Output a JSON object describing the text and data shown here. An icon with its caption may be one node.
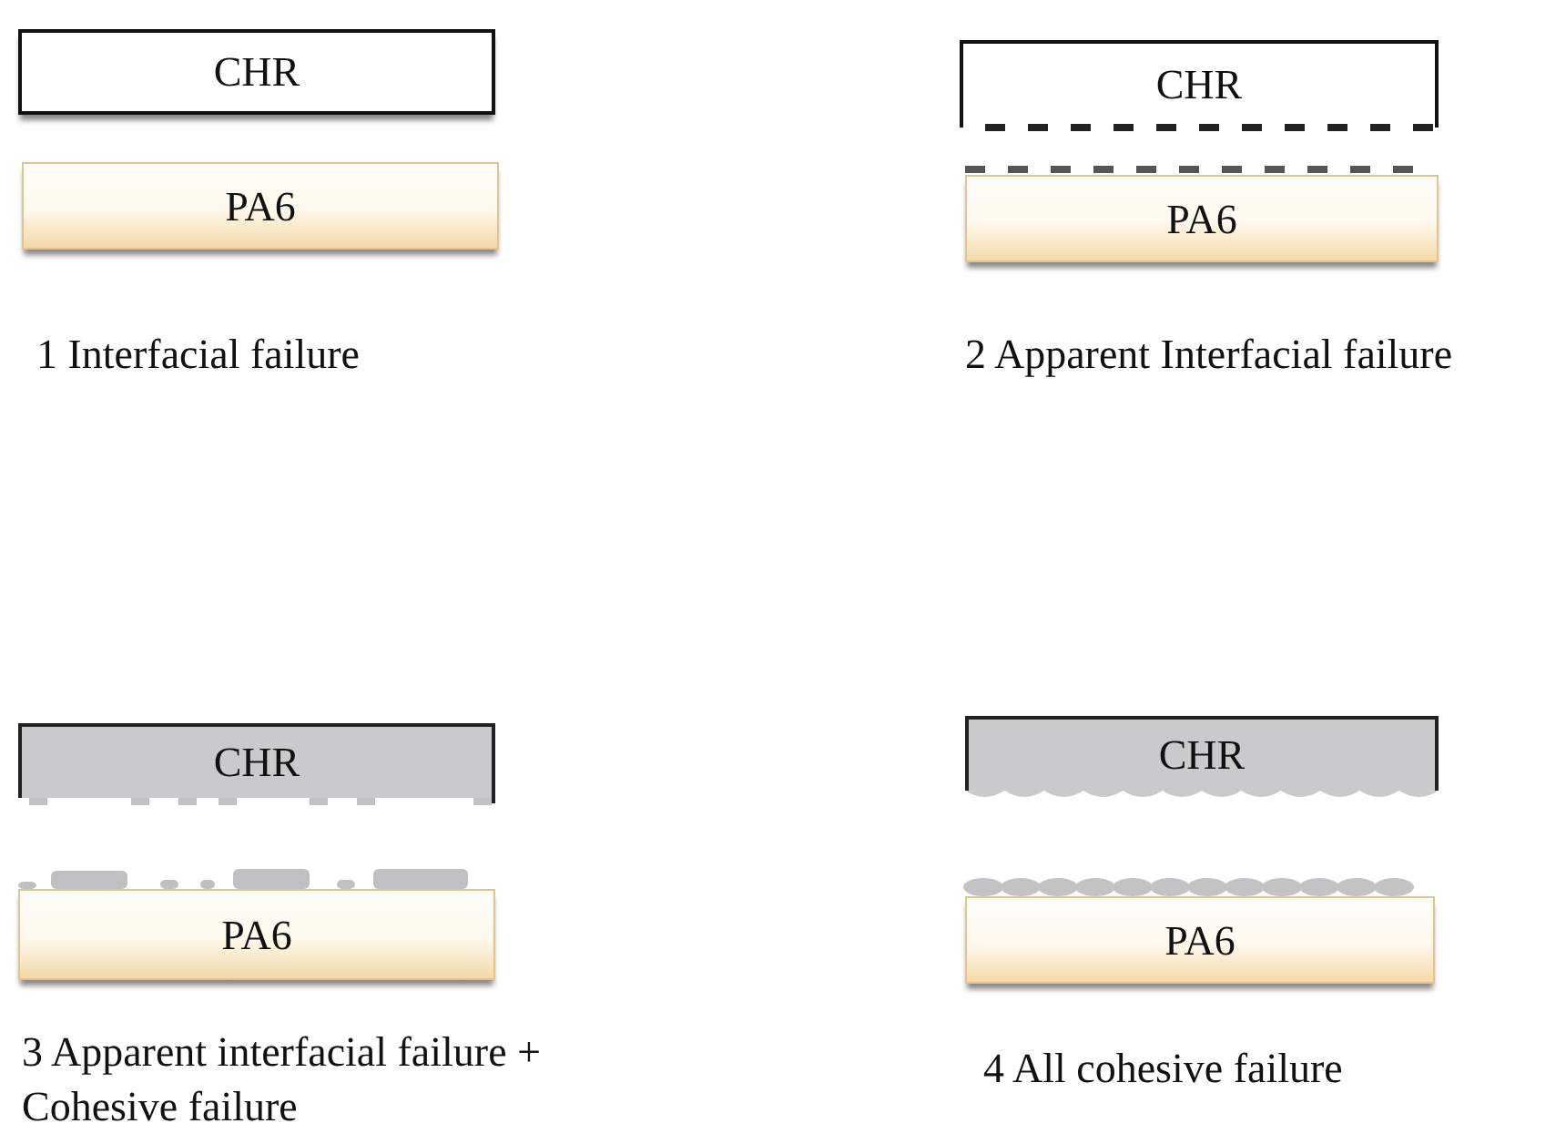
{
  "diagram": {
    "nodes": [
      {
        "text": [
          "CHR"
        ]
      },
      {
        "text": [
          "PA6"
        ]
      },
      {
        "text": [
          "CHR"
        ]
      },
      {
        "text": [
          "PA6"
        ]
      },
      {
        "text": [
          "CHR"
        ]
      },
      {
        "text": [
          "PA6"
        ]
      },
      {
        "text": [
          "CHR"
        ]
      },
      {
        "text": [
          "PA6"
        ]
      }
    ],
    "labels": [
      "1 Interfacial failure",
      "2 Apparent Interfacial failure",
      "3 Apparent interfacial failure + Cohesive failure",
      "4 All cohesive failure"
    ]
  }
}
